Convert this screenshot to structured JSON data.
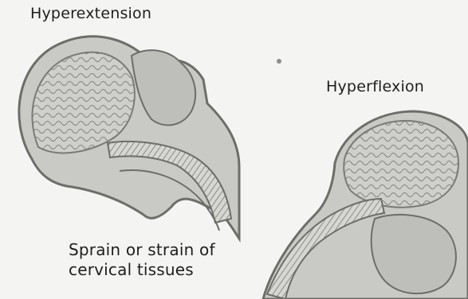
{
  "labels": {
    "hyperextension": "Hyperextension",
    "hyperflexion": "Hyperflexion",
    "caption_line1": "Sprain or strain of",
    "caption_line2": "cervical tissues"
  },
  "colors": {
    "background": "#f4f5f3",
    "tissue_fill": "#c9cac6",
    "outline": "#6d6d6a",
    "spine_stripes": "#8a8a86",
    "text": "#1e1e1e"
  }
}
